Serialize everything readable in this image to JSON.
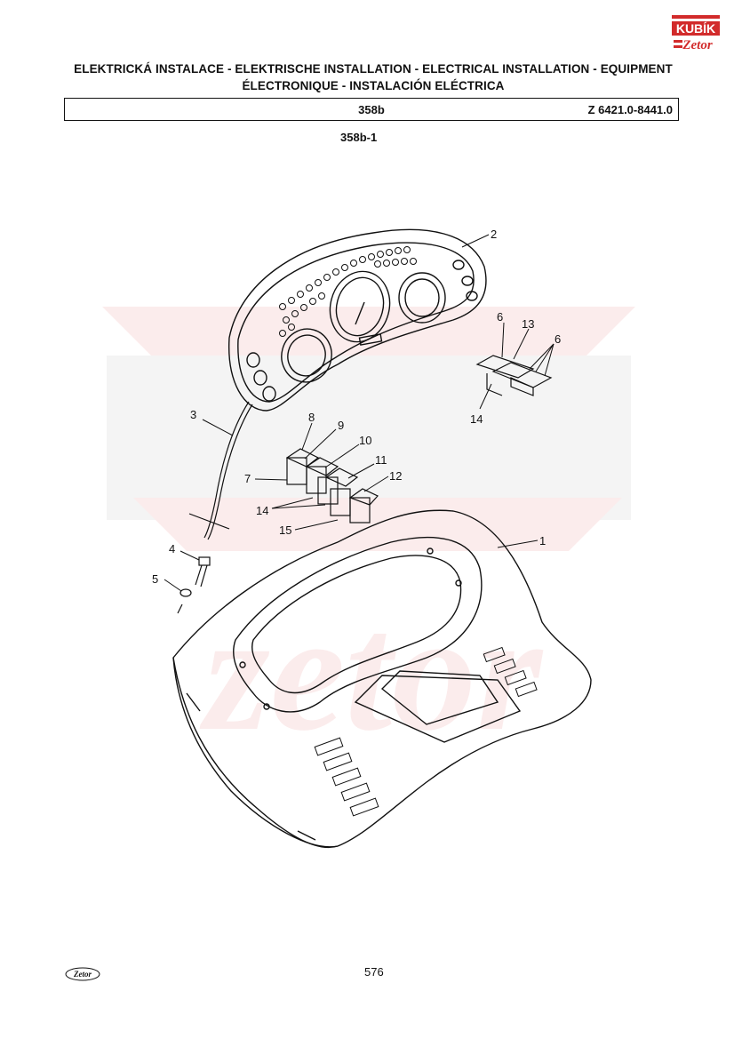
{
  "header": {
    "brand_logo_text": "KUBÍK",
    "brand_logo_subtext": "Zetor",
    "title_line1": "ELEKTRICKÁ INSTALACE - ELEKTRISCHE INSTALLATION - ELECTRICAL INSTALLATION - EQUIPMENT",
    "title_line2": "ÉLECTRONIQUE - INSTALACIÓN ELÉCTRICA",
    "group_code": "358b",
    "model_range": "Z 6421.0-8441.0",
    "figure_code": "358b-1"
  },
  "callouts": [
    "1",
    "2",
    "3",
    "4",
    "5",
    "6",
    "13",
    "6",
    "14",
    "8",
    "9",
    "10",
    "11",
    "7",
    "12",
    "14",
    "15"
  ],
  "footer": {
    "page_number": "576",
    "footer_logo_text": "Zetor"
  },
  "colors": {
    "line": "#111111",
    "watermark": "#f2f2f2",
    "watermark_red": "#fbeaea",
    "logo_red": "#d22b2b"
  }
}
